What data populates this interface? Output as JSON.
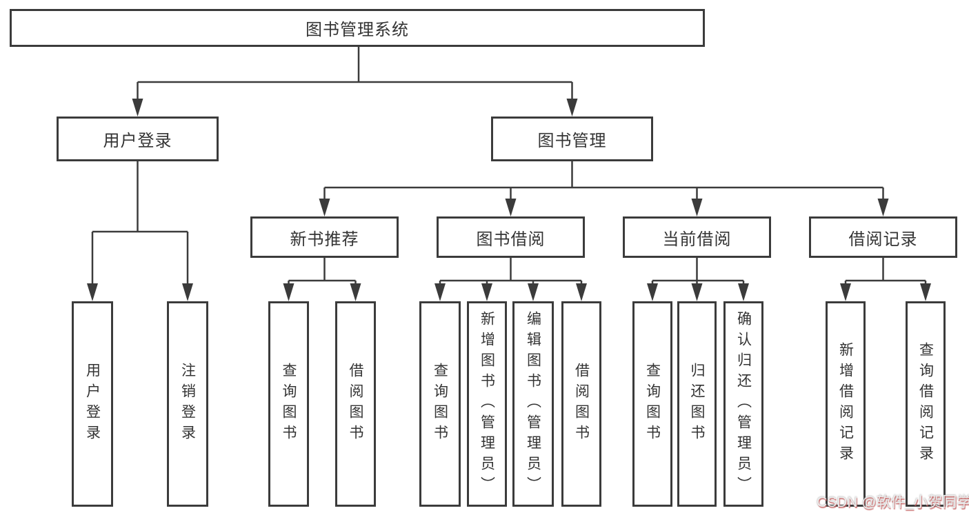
{
  "diagram": {
    "root": "图书管理系统",
    "branches": [
      {
        "label": "用户登录",
        "children": [
          {
            "label": "用户登录"
          },
          {
            "label": "注销登录"
          }
        ]
      },
      {
        "label": "图书管理",
        "children": [
          {
            "label": "新书推荐",
            "children": [
              {
                "label": "查询图书"
              },
              {
                "label": "借阅图书"
              }
            ]
          },
          {
            "label": "图书借阅",
            "children": [
              {
                "label": "查询图书"
              },
              {
                "label": "新增图书（管理员）"
              },
              {
                "label": "编辑图书（管理员）"
              },
              {
                "label": "借阅图书"
              }
            ]
          },
          {
            "label": "当前借阅",
            "children": [
              {
                "label": "查询图书"
              },
              {
                "label": "归还图书"
              },
              {
                "label": "确认归还（管理员）"
              }
            ]
          },
          {
            "label": "借阅记录",
            "children": [
              {
                "label": "新增借阅记录"
              },
              {
                "label": "查询借阅记录"
              }
            ]
          }
        ]
      }
    ]
  },
  "watermark": {
    "text": "CSDN @软件_小贺同学"
  },
  "colors": {
    "line": "#3b3b3b",
    "box_border": "#3b3b3b",
    "text": "#333333",
    "background": "#ffffff",
    "watermark_text": "#ededed",
    "watermark_shadow": "#c95a5a"
  }
}
